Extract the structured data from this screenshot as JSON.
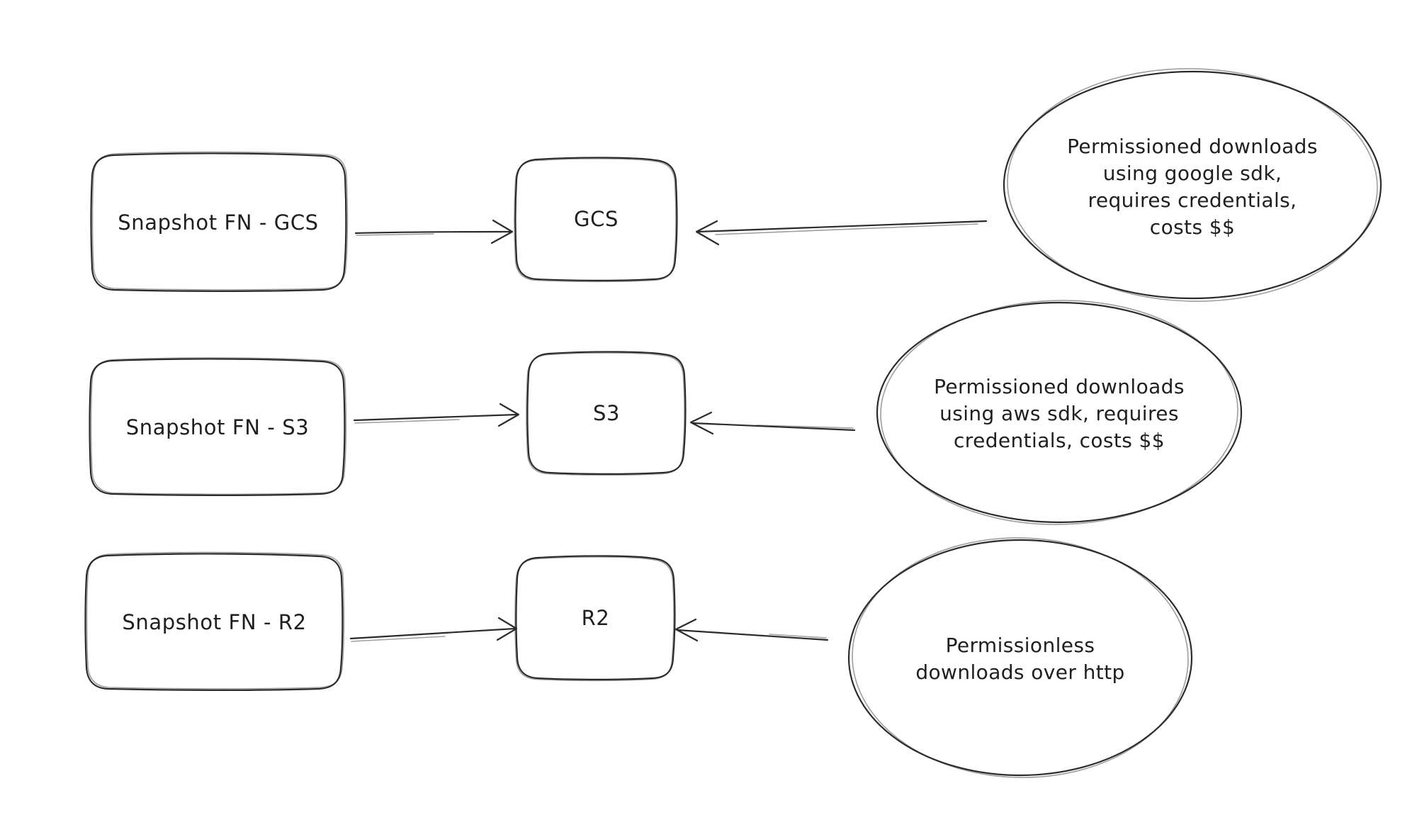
{
  "diagram": {
    "colors": {
      "background": "#ffffff",
      "stroke": "#2b2b2b",
      "text": "#1f1f1f"
    },
    "rows": [
      {
        "source": "Snapshot FN - GCS",
        "target": "GCS",
        "note": "Permissioned downloads\nusing google sdk,\nrequires credentials,\ncosts $$"
      },
      {
        "source": "Snapshot FN - S3",
        "target": "S3",
        "note": "Permissioned downloads\nusing aws sdk, requires\ncredentials, costs $$"
      },
      {
        "source": "Snapshot FN - R2",
        "target": "R2",
        "note": "Permissionless\ndownloads over http"
      }
    ]
  }
}
